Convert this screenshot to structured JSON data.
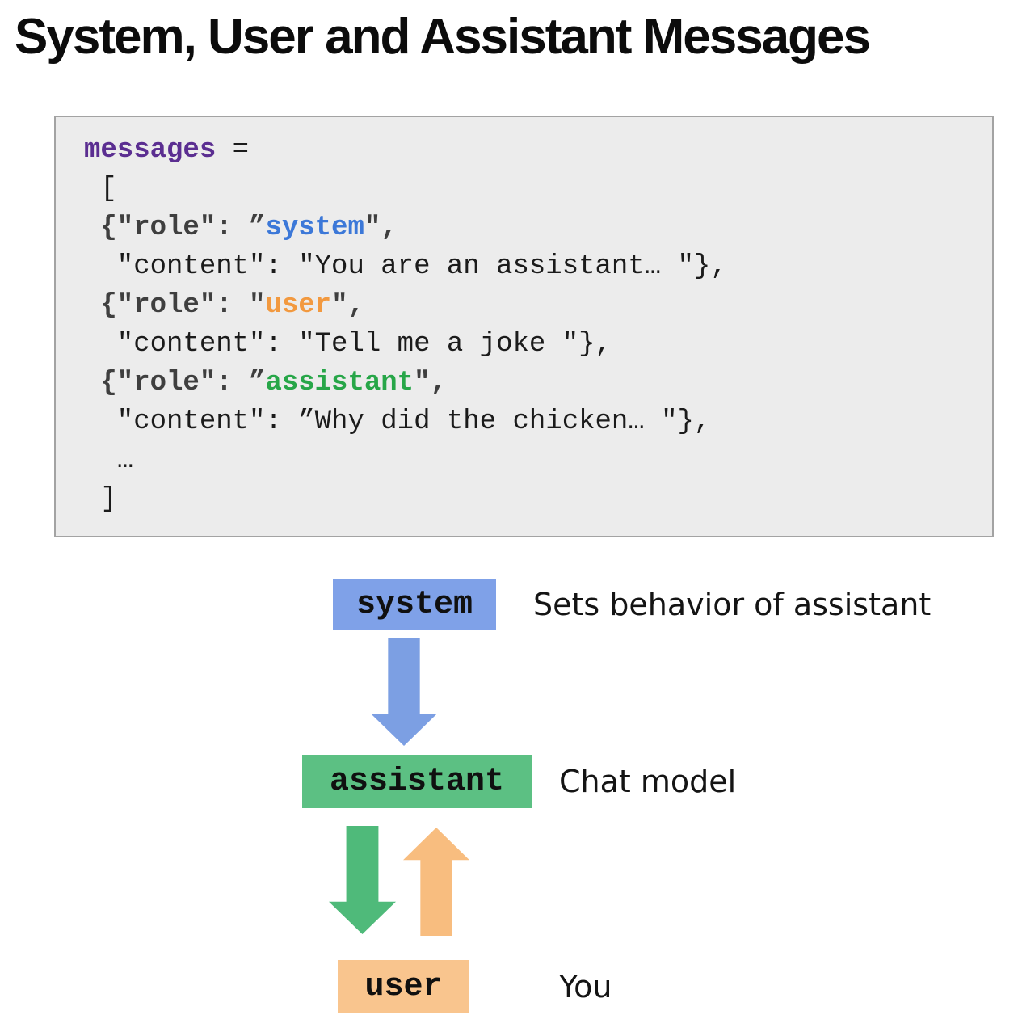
{
  "title": "System, User and Assistant Messages",
  "code": {
    "palette": {
      "purple": "#5B2E91",
      "blue": "#3C78D8",
      "orange": "#F2993F",
      "green": "#27A648",
      "slate": "#3F3F3F",
      "ink": "#1B1B1B",
      "background": "#ECECEC",
      "border": "#A3A3A3"
    },
    "lines": [
      {
        "segments": [
          {
            "t": "messages",
            "c": "purple"
          },
          {
            "t": " =",
            "c": "ink"
          }
        ]
      },
      {
        "segments": [
          {
            "t": " [",
            "c": "ink"
          }
        ]
      },
      {
        "segments": [
          {
            "t": " {\"role\": ”",
            "c": "slate"
          },
          {
            "t": "system",
            "c": "blue"
          },
          {
            "t": "\",",
            "c": "slate"
          }
        ]
      },
      {
        "segments": [
          {
            "t": "  \"content\": \"You are an assistant… \"},",
            "c": "ink"
          }
        ]
      },
      {
        "segments": [
          {
            "t": " {\"role\": \"",
            "c": "slate"
          },
          {
            "t": "user",
            "c": "orange"
          },
          {
            "t": "\",",
            "c": "slate"
          }
        ]
      },
      {
        "segments": [
          {
            "t": "  \"content\": \"Tell me a joke \"},",
            "c": "ink"
          }
        ]
      },
      {
        "segments": [
          {
            "t": " {\"role\": ”",
            "c": "slate"
          },
          {
            "t": "assistant",
            "c": "green"
          },
          {
            "t": "\",",
            "c": "slate"
          }
        ]
      },
      {
        "segments": [
          {
            "t": "  \"content\": ”Why did the chicken… \"},",
            "c": "ink"
          }
        ]
      },
      {
        "segments": [
          {
            "t": "  …",
            "c": "ink"
          }
        ]
      },
      {
        "segments": [
          {
            "t": " ]",
            "c": "ink"
          }
        ]
      }
    ]
  },
  "diagram": {
    "nodes": [
      {
        "id": "system",
        "label": "system",
        "fill": "#7FA1E8",
        "desc": "Sets behavior of assistant"
      },
      {
        "id": "assistant",
        "label": "assistant",
        "fill": "#5CC083",
        "desc": "Chat model"
      },
      {
        "id": "user",
        "label": "user",
        "fill": "#F9C58E",
        "desc": "You"
      }
    ],
    "arrows": [
      {
        "name": "system-to-assistant",
        "direction": "down",
        "color": "#7C9FE3"
      },
      {
        "name": "assistant-to-user",
        "direction": "down",
        "color": "#4FBA7A"
      },
      {
        "name": "user-to-assistant",
        "direction": "up",
        "color": "#F8BD7F"
      }
    ]
  }
}
